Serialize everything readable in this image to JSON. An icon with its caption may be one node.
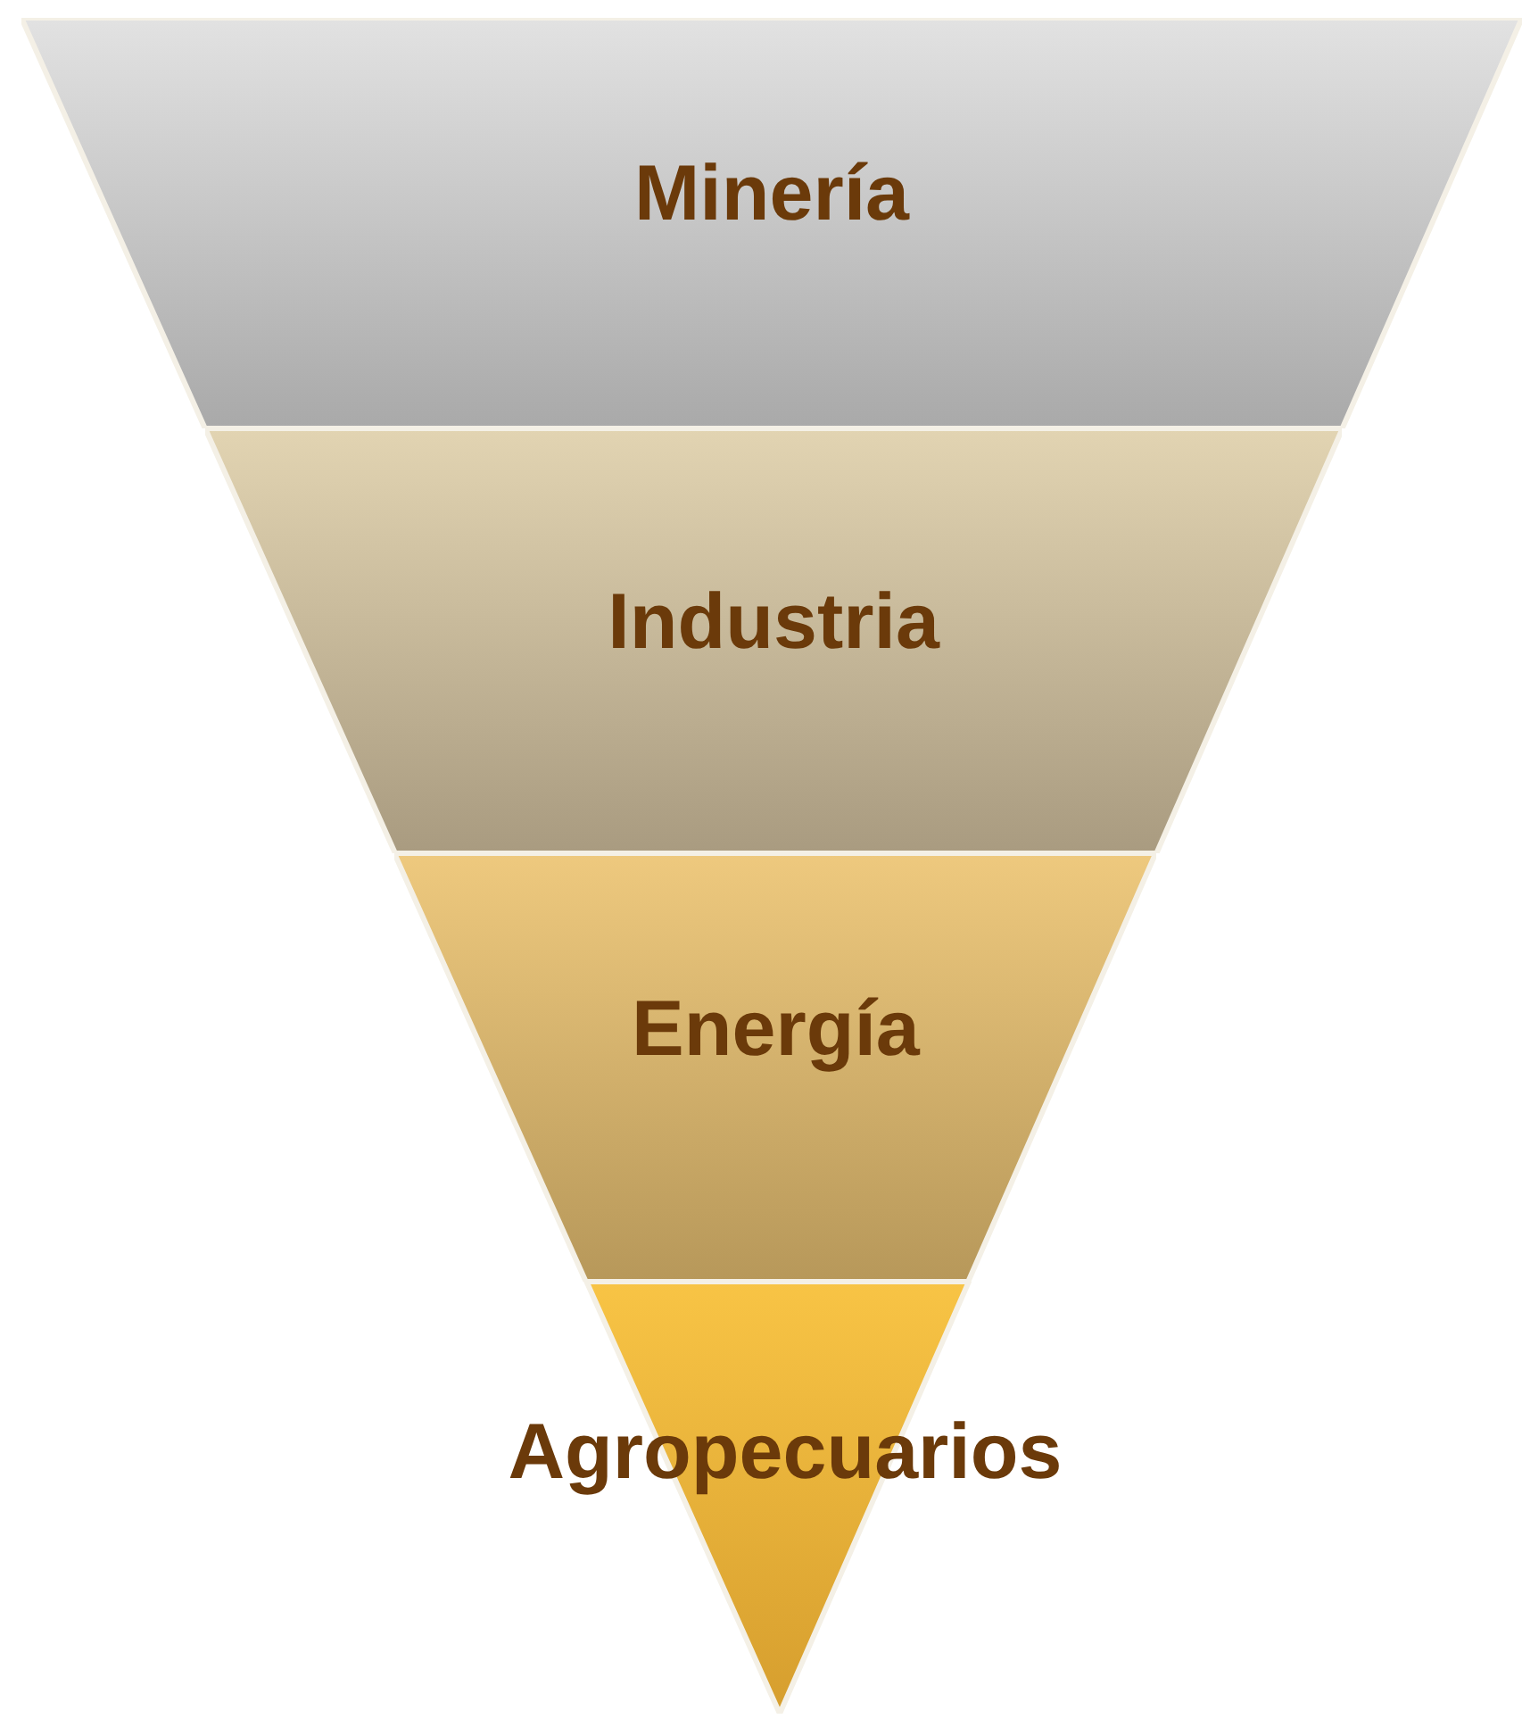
{
  "diagram": {
    "nodes": [
      {
        "text": [
          "Minería"
        ]
      },
      {
        "text": [
          "Industria"
        ]
      },
      {
        "text": [
          "Energía"
        ]
      },
      {
        "text": [
          "Agropecuarios"
        ]
      }
    ]
  }
}
